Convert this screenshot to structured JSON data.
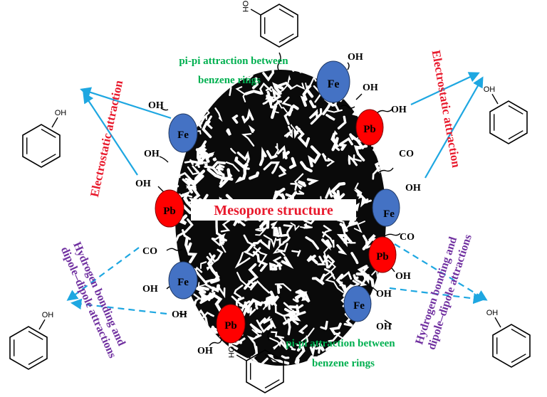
{
  "labels": {
    "center": "Mesopore structure",
    "pi_top_1": "pi-pi attraction between",
    "pi_top_2": "benzene rings",
    "pi_bottom_1": "pi-pi attraction between",
    "pi_bottom_2": "benzene rings",
    "electro_left": "Electrostatic attraction",
    "electro_right": "Electrostatic attraction",
    "hbond_left_1": "Hydrogen bonding and",
    "hbond_left_2": "dipole–dipole attractions",
    "hbond_right_1": "Hydrogen bonding and",
    "hbond_right_2": "dipole–dipole attractions"
  },
  "ions": {
    "fe": "Fe",
    "pb": "Pb"
  },
  "groups": {
    "oh": "OH",
    "co": "CO"
  },
  "colors": {
    "fe_fill": "#4472c4",
    "pb_fill": "#ff0000",
    "green_text": "#00b050",
    "red_text": "#e8192c",
    "purple_text": "#7030a0",
    "arrow_blue": "#1ea7e1"
  }
}
